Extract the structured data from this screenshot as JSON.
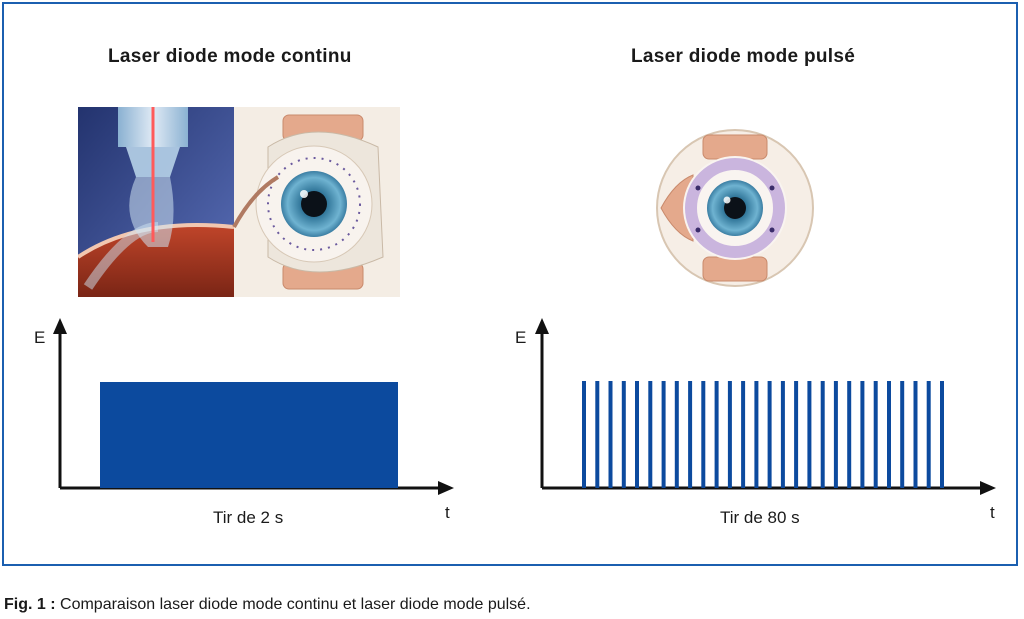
{
  "panels": {
    "left": {
      "title": "Laser diode mode continu",
      "y_axis_label": "E",
      "x_axis_label": "t",
      "shot_label": "Tir de 2 s",
      "mode": "continuous"
    },
    "right": {
      "title": "Laser diode mode pulsé",
      "y_axis_label": "E",
      "x_axis_label": "t",
      "shot_label": "Tir de 80 s",
      "mode": "pulsed",
      "pulse_count": 28
    }
  },
  "caption": {
    "label": "Fig. 1 :",
    "text": "Comparaison laser diode mode continu et laser diode mode pulsé."
  },
  "colors": {
    "accent": "#1b5fb0",
    "signal": "#0c4a9e"
  }
}
